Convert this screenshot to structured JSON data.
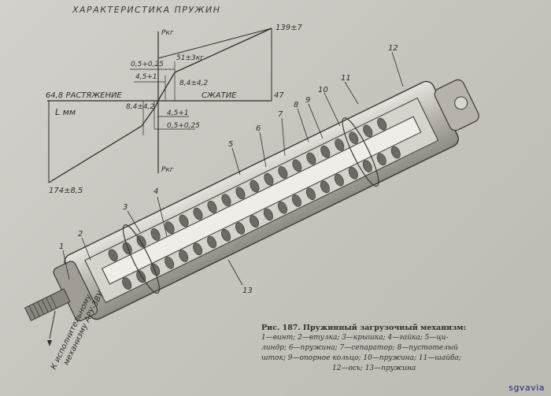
{
  "chart": {
    "title": "ХАРАКТЕРИСТИКА ПРУЖИН",
    "y_label_top": "Pкг",
    "y_label_bottom": "Pкг",
    "x_label": "L мм",
    "top_right_value": "139±7",
    "bottom_left_value": "174±8,5",
    "tension_label": "64,8 РАСТЯЖЕНИЕ",
    "compression_label": "СЖАТИЕ",
    "right_value": "47",
    "dim_05_top": "0,5+0,25",
    "dim_45_top": "4,5+1",
    "dim_51": "51±3кг",
    "dim_84_right": "8,4±4,2",
    "dim_84_left": "8,4±4,2",
    "dim_45_bottom": "4,5+1",
    "dim_05_bottom": "0,5+0,25"
  },
  "drawing": {
    "part_numbers": [
      "1",
      "2",
      "3",
      "4",
      "5",
      "6",
      "7",
      "8",
      "9",
      "10",
      "11",
      "12",
      "13"
    ],
    "arrow_label_line1": "К исполнительному",
    "arrow_label_line2": "механизму АРУ-3ВУ"
  },
  "caption": {
    "title": "Рис. 187. Пружинный загрузочный механизм:",
    "legend_line1": "1—винт; 2—втулка; 3—крышка; 4—гайка; 5—ци-",
    "legend_line2": "линдр; 6—пружина; 7—сепаратор; 8—пустотелый",
    "legend_line3": "шток; 9—опорное кольцо; 10—пружина; 11—шайба;",
    "legend_line4": "12—ось; 13—пружина"
  },
  "watermark": "sgvavia",
  "colors": {
    "paper": "#c9c6c1",
    "ink": "#2b2a28",
    "watermark": "#1c2a7a"
  }
}
